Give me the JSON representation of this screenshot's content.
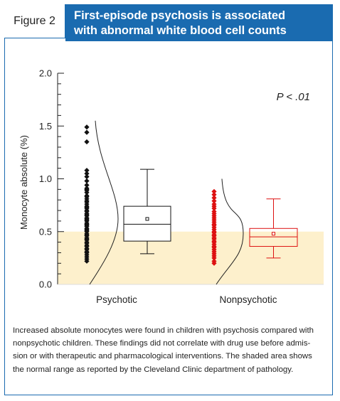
{
  "figure": {
    "label": "Figure 2",
    "title_lines": [
      "First-episode psychosis is associated",
      "with abnormal white blood cell counts"
    ],
    "caption_lines": [
      "Increased absolute monocytes were found in children with psychosis compared with",
      "nonpsychotic children. These findings did not correlate with drug use before admis-",
      "sion or with therapeutic and pharmacological interventions. The shaded area shows",
      "the normal range as reported by the Cleveland Clinic department of pathology."
    ]
  },
  "chart_data": {
    "type": "box",
    "ylabel": "Monocyte absolute (%)",
    "xlabel": "",
    "ylim": [
      0,
      2.0
    ],
    "yticks": [
      "0.0",
      "0.5",
      "1.0",
      "1.5",
      "2.0"
    ],
    "normal_range": [
      0,
      0.5
    ],
    "annotation": "P < .01",
    "grid": false,
    "colors": {
      "psychotic": "#111111",
      "nonpsychotic": "#dd1111",
      "normal_range": "#fdf0cc",
      "brand": "#1a6bb0"
    },
    "groups": [
      {
        "label": "Psychotic",
        "box": {
          "min": 0.29,
          "q1": 0.41,
          "median": 0.57,
          "q3": 0.74,
          "max": 1.09,
          "mean": 0.62
        },
        "points": [
          1.49,
          1.44,
          1.35,
          1.08,
          1.05,
          1.02,
          0.98,
          0.94,
          0.91,
          0.9,
          0.89,
          0.87,
          0.84,
          0.83,
          0.81,
          0.79,
          0.78,
          0.76,
          0.74,
          0.73,
          0.72,
          0.7,
          0.69,
          0.67,
          0.66,
          0.65,
          0.63,
          0.62,
          0.61,
          0.6,
          0.58,
          0.57,
          0.56,
          0.55,
          0.53,
          0.52,
          0.51,
          0.5,
          0.48,
          0.47,
          0.46,
          0.44,
          0.43,
          0.42,
          0.4,
          0.39,
          0.37,
          0.36,
          0.34,
          0.33,
          0.31,
          0.3,
          0.28,
          0.26,
          0.24,
          0.22
        ]
      },
      {
        "label": "Nonpsychotic",
        "box": {
          "min": 0.25,
          "q1": 0.36,
          "median": 0.45,
          "q3": 0.53,
          "max": 0.81,
          "mean": 0.48
        },
        "points": [
          0.88,
          0.85,
          0.82,
          0.79,
          0.76,
          0.74,
          0.72,
          0.69,
          0.67,
          0.65,
          0.63,
          0.61,
          0.59,
          0.57,
          0.56,
          0.54,
          0.52,
          0.5,
          0.49,
          0.47,
          0.46,
          0.44,
          0.43,
          0.41,
          0.4,
          0.38,
          0.36,
          0.35,
          0.33,
          0.31,
          0.29,
          0.27,
          0.25,
          0.22,
          0.2
        ]
      }
    ]
  }
}
